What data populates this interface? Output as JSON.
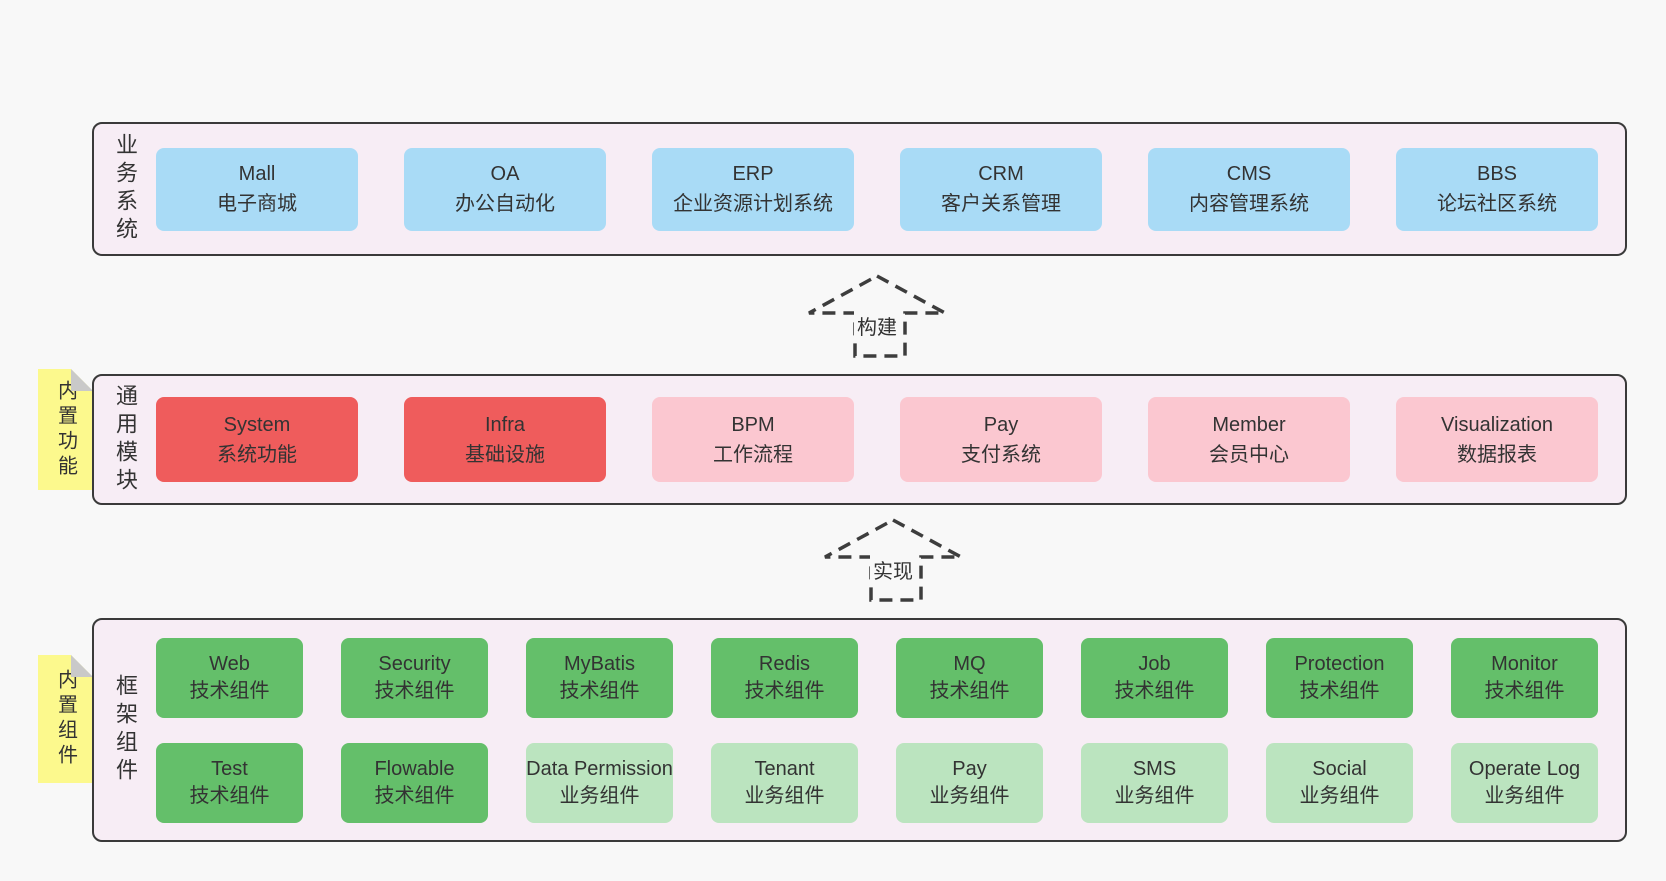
{
  "colors": {
    "page_bg": "#f8f8f8",
    "band_bg": "#f7edf5",
    "band_border": "#3a3a3a",
    "blue_box": "#a9dbf6",
    "red_box": "#ef5c5c",
    "pink_box": "#fbc7d0",
    "green_box": "#64bf6a",
    "light_green_box": "#bbe4bf",
    "note_yellow": "#fcf98d",
    "note_fold_gray": "#c9c9c9",
    "text": "#333333"
  },
  "notes": {
    "functions": "内置功能",
    "components": "内置组件"
  },
  "arrows": {
    "build": "构建",
    "implement": "实现"
  },
  "bands": {
    "business": {
      "label": "业务系统",
      "items": [
        {
          "name": "Mall",
          "desc": "电子商城"
        },
        {
          "name": "OA",
          "desc": "办公自动化"
        },
        {
          "name": "ERP",
          "desc": "企业资源计划系统"
        },
        {
          "name": "CRM",
          "desc": "客户关系管理"
        },
        {
          "name": "CMS",
          "desc": "内容管理系统"
        },
        {
          "name": "BBS",
          "desc": "论坛社区系统"
        }
      ]
    },
    "modules": {
      "label": "通用模块",
      "items": [
        {
          "name": "System",
          "desc": "系统功能"
        },
        {
          "name": "Infra",
          "desc": "基础设施"
        },
        {
          "name": "BPM",
          "desc": "工作流程"
        },
        {
          "name": "Pay",
          "desc": "支付系统"
        },
        {
          "name": "Member",
          "desc": "会员中心"
        },
        {
          "name": "Visualization",
          "desc": "数据报表"
        }
      ]
    },
    "framework": {
      "label": "框架组件",
      "row1": [
        {
          "name": "Web",
          "desc": "技术组件"
        },
        {
          "name": "Security",
          "desc": "技术组件"
        },
        {
          "name": "MyBatis",
          "desc": "技术组件"
        },
        {
          "name": "Redis",
          "desc": "技术组件"
        },
        {
          "name": "MQ",
          "desc": "技术组件"
        },
        {
          "name": "Job",
          "desc": "技术组件"
        },
        {
          "name": "Protection",
          "desc": "技术组件"
        },
        {
          "name": "Monitor",
          "desc": "技术组件"
        }
      ],
      "row2": [
        {
          "name": "Test",
          "desc": "技术组件"
        },
        {
          "name": "Flowable",
          "desc": "技术组件"
        },
        {
          "name": "Data Permission",
          "desc": "业务组件"
        },
        {
          "name": "Tenant",
          "desc": "业务组件"
        },
        {
          "name": "Pay",
          "desc": "业务组件"
        },
        {
          "name": "SMS",
          "desc": "业务组件"
        },
        {
          "name": "Social",
          "desc": "业务组件"
        },
        {
          "name": "Operate Log",
          "desc": "业务组件"
        }
      ]
    }
  }
}
